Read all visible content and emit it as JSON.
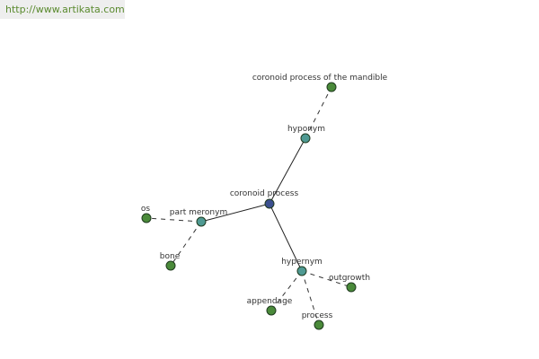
{
  "banner": {
    "url": "http://www.artikata.com"
  },
  "colors": {
    "center_node": "#3b4f8f",
    "relation_node": "#4f9a93",
    "leaf_node": "#4a8a3a",
    "solid_edge": "#222222",
    "dashed_edge": "#333333",
    "banner_text": "#5a8a2e",
    "banner_bg": "#eeeeee"
  },
  "graph": {
    "center": {
      "id": "center",
      "label": "coronoid process",
      "kind": "center"
    },
    "relations": [
      {
        "id": "hyponym",
        "label": "hyponym",
        "kind": "relation"
      },
      {
        "id": "part-meronym",
        "label": "part meronym",
        "kind": "relation"
      },
      {
        "id": "hypernym",
        "label": "hypernym",
        "kind": "relation"
      }
    ],
    "leaves": [
      {
        "id": "coronoid-process-of-the-mandible",
        "label": "coronoid process of the mandible",
        "parent": "hyponym"
      },
      {
        "id": "os",
        "label": "os",
        "parent": "part-meronym"
      },
      {
        "id": "bone",
        "label": "bone",
        "parent": "part-meronym"
      },
      {
        "id": "appendage",
        "label": "appendage",
        "parent": "hypernym"
      },
      {
        "id": "process",
        "label": "process",
        "parent": "hypernym"
      },
      {
        "id": "outgrowth",
        "label": "outgrowth",
        "parent": "hypernym"
      }
    ]
  }
}
